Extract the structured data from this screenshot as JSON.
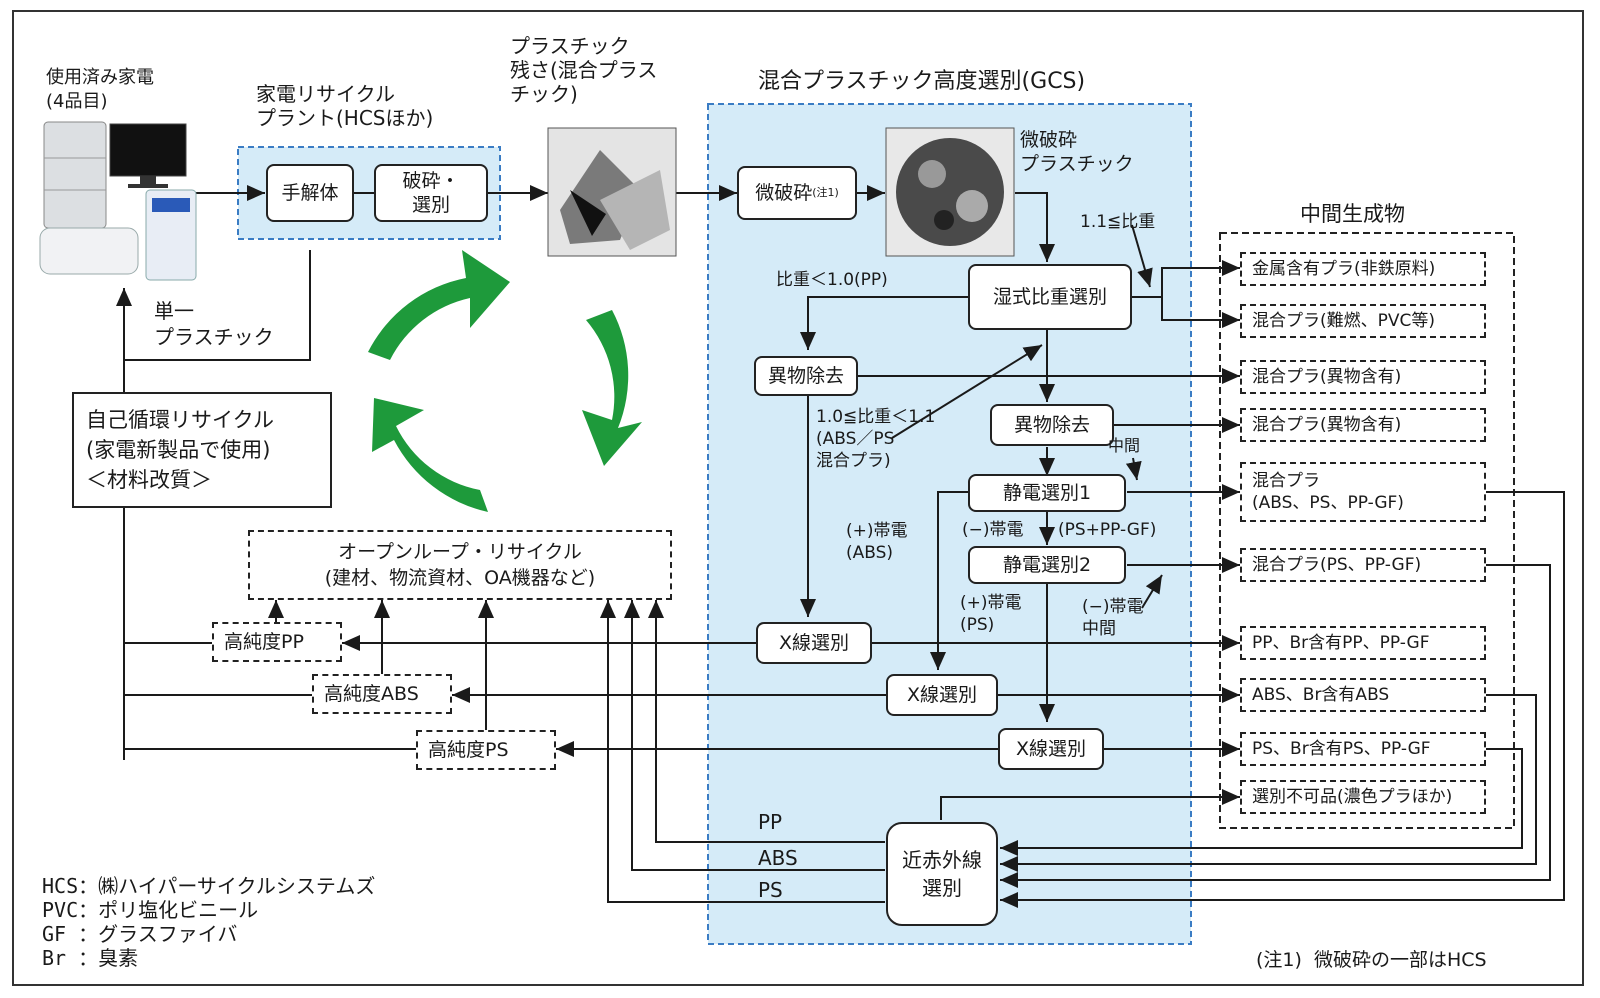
{
  "colors": {
    "gcs_panel": "#d5ebf8",
    "recycle_arrow": "#1e9a3b",
    "line": "#1a1a1a"
  },
  "appliances": {
    "label": "使用済み家電\n(4品目)",
    "icons": [
      "refrigerator-icon",
      "tv-icon",
      "air-conditioner-icon",
      "washing-machine-icon"
    ]
  },
  "plant": {
    "title": "家電リサイクル\nプラント(HCSほか)",
    "step1": "手解体",
    "step2": "破砕・\n選別"
  },
  "residue": {
    "label": "プラスチック\n残さ(混合プラス\nチック)"
  },
  "gcs": {
    "title": "混合プラスチック高度選別(GCS)",
    "micro_crush": "微破砕",
    "micro_crush_note": "(注1)",
    "micro_label": "微破砕\nプラスチック",
    "wet_gravity": "湿式比重選別",
    "foreign1": "異物除去",
    "foreign2": "異物除去",
    "electro1": "静電選別1",
    "electro2": "静電選別2",
    "xray1": "X線選別",
    "xray2": "X線選別",
    "xray3": "X線選別",
    "nir": "近赤外線\n選別"
  },
  "annotations": {
    "sg_low": "比重＜1.0(PP)",
    "sg_high": "1.1≦比重",
    "sg_mid": "1.0≦比重＜1.1\n(ABS／PS\n混合プラ)",
    "middle1": "中間",
    "plus_abs": "(+)帯電\n(ABS)",
    "minus_ps_ppgf": "(−)帯電",
    "ps_ppgf": "(PS+PP-GF)",
    "plus_ps": "(+)帯電\n(PS)",
    "minus_middle": "(−)帯電\n中間",
    "nir_pp": "PP",
    "nir_abs": "ABS",
    "nir_ps": "PS",
    "single_plastic": "単一\nプラスチック"
  },
  "self_loop": {
    "text": "自己循環リサイクル\n(家電新製品で使用)\n＜材料改質＞"
  },
  "open_loop": {
    "text": "オープンループ・リサイクル\n(建材、物流資材、OA機器など)"
  },
  "high_purity": {
    "pp": "高純度PP",
    "abs": "高純度ABS",
    "ps": "高純度PS"
  },
  "intermediates": {
    "title": "中間生成物",
    "items": [
      "金属含有プラ(非鉄原料)",
      "混合プラ(難燃、PVC等)",
      "混合プラ(異物含有)",
      "混合プラ(異物含有)",
      "混合プラ\n(ABS、PS、PP-GF)",
      "混合プラ(PS、PP-GF)",
      "PP、Br含有PP、PP-GF",
      "ABS、Br含有ABS",
      "PS、Br含有PS、PP-GF",
      "選別不可品(濃色プラほか)"
    ]
  },
  "legend": [
    "HCS：㈱ハイパーサイクルシステムズ",
    "PVC：ポリ塩化ビニール",
    "GF ：グラスファイバ",
    "Br ：臭素"
  ],
  "footnote": "(注1)  微破砕の一部はHCS"
}
